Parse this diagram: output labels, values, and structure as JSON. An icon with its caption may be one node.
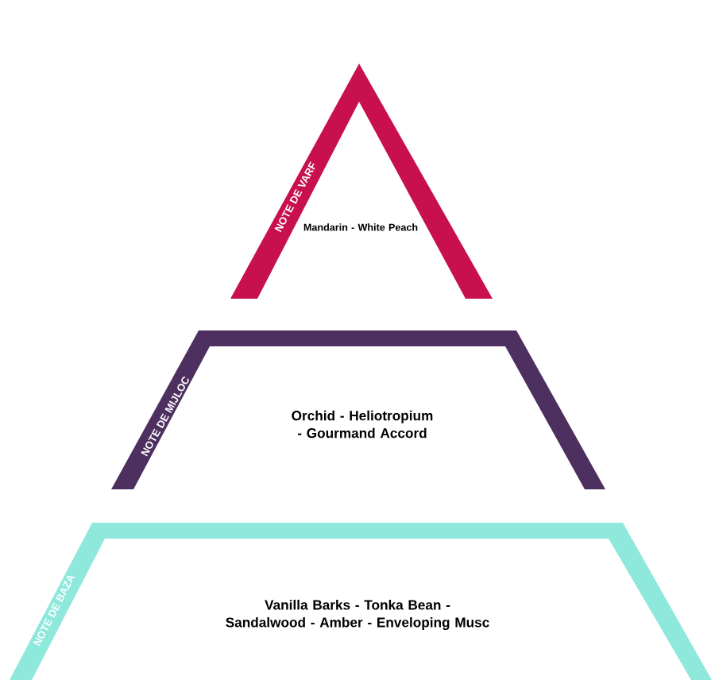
{
  "diagram": {
    "nodes": [
      {
        "text": [
          "NOTE DE VARF",
          "Mandarin - White Peach"
        ]
      },
      {
        "text": [
          "NOTE DE MIJLOC",
          "Orchid - Heliotropium - Gourmand Accord"
        ]
      },
      {
        "text": [
          "NOTE DE BAZA",
          "Vanilla Barks - Tonka Bean - Sandalwood - Amber - Enveloping Musc"
        ]
      }
    ]
  }
}
